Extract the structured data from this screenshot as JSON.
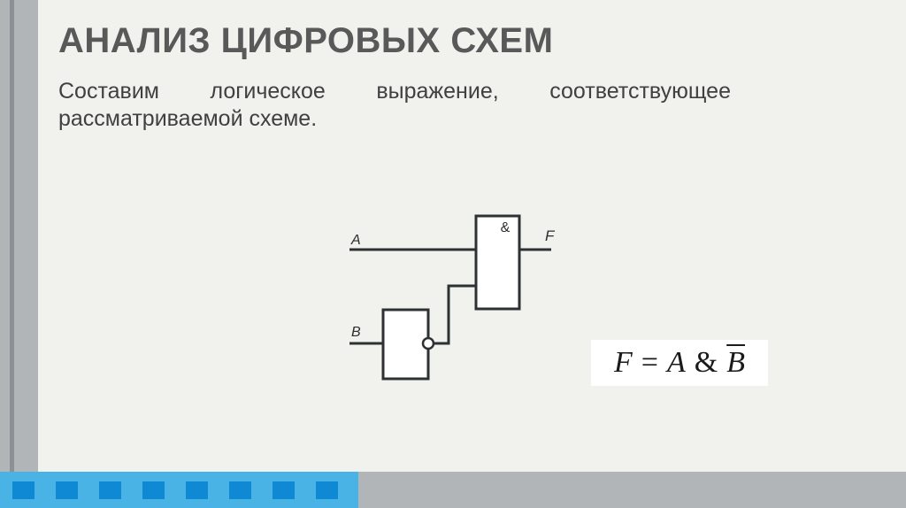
{
  "slide": {
    "title": "АНАЛИЗ ЦИФРОВЫХ СХЕМ",
    "text": "Составим логическое выражение, соответствующее рассматриваемой схеме."
  },
  "diagram": {
    "input_a": "A",
    "input_b": "B",
    "output_f": "F",
    "and_symbol": "&"
  },
  "formula": {
    "lhs": "F",
    "equals": "=",
    "a": "A",
    "and_op": "&",
    "b": "B",
    "b_negated": true
  },
  "decor_squares": 8,
  "colors": {
    "background": "#f1f2ee",
    "stripe": "#b2b5b8",
    "accent": "#4ab3e6",
    "squares": "#0f89d3"
  }
}
